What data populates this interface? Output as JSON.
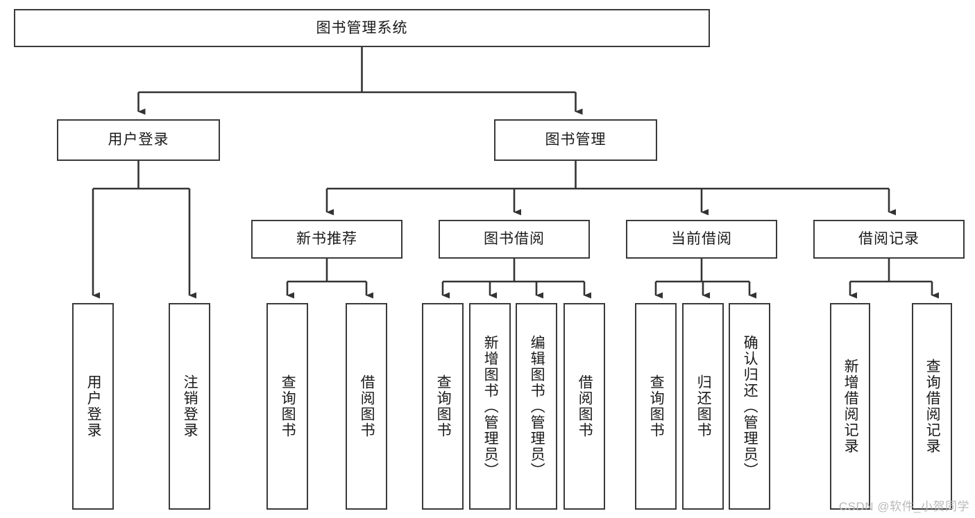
{
  "diagram": {
    "title": "图书管理系统",
    "type": "tree-hierarchy-diagram",
    "colors": {
      "box_border": "#3a3a3a",
      "box_fill": "#ffffff",
      "connector": "#333333",
      "text": "#1a1a1a",
      "watermark": "#b9b9b9"
    },
    "root": {
      "label": "图书管理系统"
    },
    "level1": [
      {
        "label": "用户登录"
      },
      {
        "label": "图书管理"
      }
    ],
    "level2": [
      {
        "label": "新书推荐"
      },
      {
        "label": "图书借阅"
      },
      {
        "label": "当前借阅"
      },
      {
        "label": "借阅记录"
      }
    ],
    "leaves": {
      "user_login": [
        {
          "label": "用户登录"
        },
        {
          "label": "注销登录"
        }
      ],
      "new_book_recommend": [
        {
          "label": "查询图书"
        },
        {
          "label": "借阅图书"
        }
      ],
      "book_borrow": [
        {
          "label": "查询图书"
        },
        {
          "label": "新增图书（管理员）"
        },
        {
          "label": "编辑图书（管理员）"
        },
        {
          "label": "借阅图书"
        }
      ],
      "current_borrow": [
        {
          "label": "查询图书"
        },
        {
          "label": "归还图书"
        },
        {
          "label": "确认归还（管理员）"
        }
      ],
      "borrow_record": [
        {
          "label": "新增借阅记录"
        },
        {
          "label": "查询借阅记录"
        }
      ]
    }
  },
  "watermark": {
    "text": "CSDN @软件_小贺同学"
  }
}
